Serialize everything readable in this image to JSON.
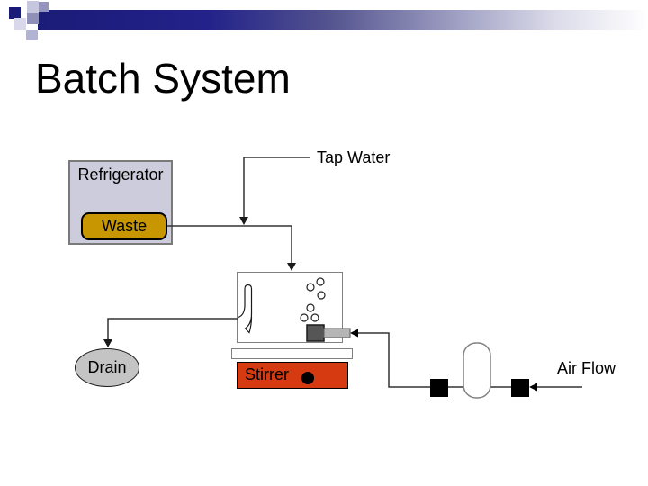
{
  "slide": {
    "title": "Batch System",
    "background_color": "#ffffff"
  },
  "header_decoration": {
    "bar_gradient_start": "#1b1b78",
    "bar_gradient_end": "#ffffff",
    "square_colors": [
      "#1a1a78",
      "#c6c6df",
      "#9494bf",
      "#8f8fba",
      "#d8d8ea",
      "#b2b2d4"
    ]
  },
  "diagram": {
    "line_color": "#333333",
    "refrigerator": {
      "label": "Refrigerator",
      "fill_color": "#ccccdd",
      "border_color": "#7a7a7a"
    },
    "waste": {
      "label": "Waste",
      "fill_color": "#c79600",
      "border_color": "#000000"
    },
    "tap_water": {
      "label": "Tap Water"
    },
    "vessel": {
      "fill_color": "#ffffff",
      "border_color": "#808080",
      "bubble_count": 6
    },
    "sparger": {
      "block_color": "#565656",
      "tube_color": "#b5b5b5"
    },
    "drain": {
      "label": "Drain",
      "fill_color": "#c4c4c4"
    },
    "stirrer": {
      "label": "Stirrer",
      "fill_color": "#d53a10",
      "knob_color": "#000000"
    },
    "air_flow": {
      "label": "Air Flow"
    },
    "air_filter": {
      "fill_color": "#ffffff",
      "border_color": "#808080"
    },
    "valve_color": "#000000"
  }
}
